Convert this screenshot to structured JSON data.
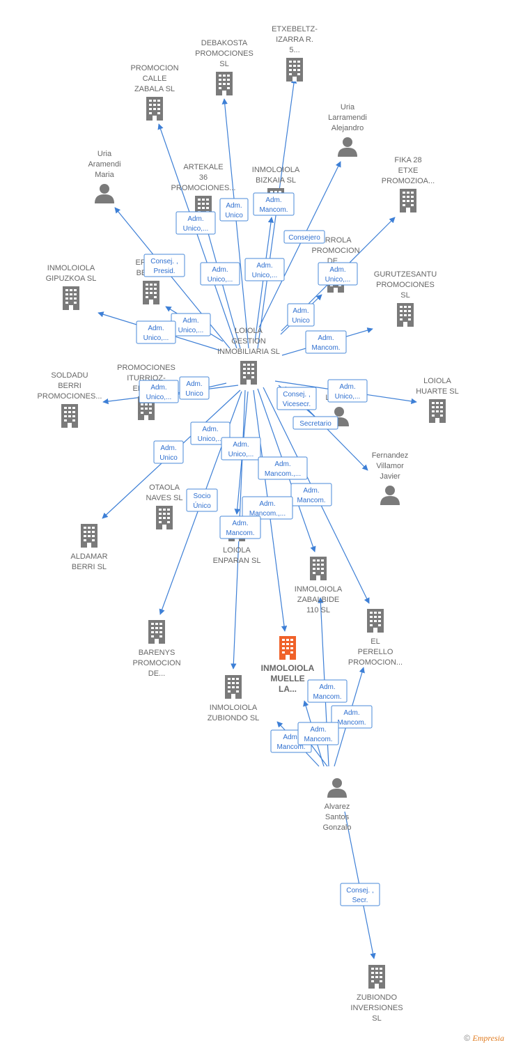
{
  "colors": {
    "edge": "#3d7fd6",
    "node": "#7a7a7a",
    "highlight": "#f0622a",
    "box_border": "#4a8ad8",
    "box_text": "#2f6fcf"
  },
  "nodes": [
    {
      "id": "loiola",
      "type": "company",
      "lines": [
        "LOIOLA",
        "GESTION",
        "INMOBILIARIA SL"
      ],
      "icon": "building-icon"
    },
    {
      "id": "debakosta",
      "type": "company",
      "lines": [
        "DEBAKOSTA",
        "PROMOCIONES",
        "SL"
      ],
      "icon": "building-icon"
    },
    {
      "id": "etxebeltz",
      "type": "company",
      "lines": [
        "ETXEBELTZ-",
        "IZARRA R.",
        "5..."
      ],
      "icon": "building-icon"
    },
    {
      "id": "promocion_calle",
      "type": "company",
      "lines": [
        "PROMOCION",
        "CALLE",
        "ZABALA SL"
      ],
      "icon": "building-icon"
    },
    {
      "id": "uria_larramendi",
      "type": "person",
      "lines": [
        "Uria",
        "Larramendi",
        "Alejandro"
      ],
      "icon": "person-icon"
    },
    {
      "id": "uria_aramendi",
      "type": "person",
      "lines": [
        "Uria",
        "Aramendi",
        "Maria"
      ],
      "icon": "person-icon"
    },
    {
      "id": "artekale",
      "type": "company",
      "lines": [
        "ARTEKALE",
        "36",
        "PROMOCIONES..."
      ],
      "icon": "building-icon"
    },
    {
      "id": "bizkaia",
      "type": "company",
      "lines": [
        "INMOLOIOLA",
        "BIZKAIA SL"
      ],
      "icon": "building-icon"
    },
    {
      "id": "fika",
      "type": "company",
      "lines": [
        "FIKA 28",
        "ETXE",
        "PROMOZIOA..."
      ],
      "icon": "building-icon"
    },
    {
      "id": "errola",
      "type": "company",
      "lines": [
        "ERROLA",
        "PROMOCION",
        "DE..."
      ],
      "icon": "building-icon"
    },
    {
      "id": "errota",
      "type": "company",
      "lines": [
        "ERROTA",
        "BERRI..."
      ],
      "icon": "building-icon"
    },
    {
      "id": "gipuzkoa",
      "type": "company",
      "lines": [
        "INMOLOIOLA",
        "GIPUZKOA SL"
      ],
      "icon": "building-icon"
    },
    {
      "id": "gurutzesantu",
      "type": "company",
      "lines": [
        "GURUTZESANTU",
        "PROMOCIONES",
        "SL"
      ],
      "icon": "building-icon"
    },
    {
      "id": "soldadu",
      "type": "company",
      "lines": [
        "SOLDADU",
        "BERRI",
        "PROMOCIONES..."
      ],
      "icon": "building-icon"
    },
    {
      "id": "iturrioz",
      "type": "company",
      "lines": [
        "PROMOCIONES",
        "ITURRIOZ-",
        "ENEA..."
      ],
      "icon": "building-icon"
    },
    {
      "id": "uria_lop",
      "type": "person",
      "lines": [
        "Uria",
        "Lopez..."
      ],
      "icon": "person-icon"
    },
    {
      "id": "huarte",
      "type": "company",
      "lines": [
        "LOIOLA",
        "HUARTE SL"
      ],
      "icon": "building-icon"
    },
    {
      "id": "fernandez",
      "type": "person",
      "lines": [
        "Fernandez",
        "Villamor",
        "Javier"
      ],
      "icon": "person-icon"
    },
    {
      "id": "otaola",
      "type": "company",
      "lines": [
        "OTAOLA",
        "NAVES SL"
      ],
      "icon": "building-icon"
    },
    {
      "id": "aldamar",
      "type": "company",
      "lines": [
        "ALDAMAR",
        "BERRI SL"
      ],
      "icon": "building-icon"
    },
    {
      "id": "enparan",
      "type": "company",
      "lines": [
        "LOIOLA",
        "ENPARAN SL"
      ],
      "icon": "building-icon"
    },
    {
      "id": "zabalbide",
      "type": "company",
      "lines": [
        "INMOLOIOLA",
        "ZABALBIDE",
        "110 SL"
      ],
      "icon": "building-icon"
    },
    {
      "id": "perello",
      "type": "company",
      "lines": [
        "EL",
        "PERELLO",
        "PROMOCION..."
      ],
      "icon": "building-icon"
    },
    {
      "id": "barenys",
      "type": "company",
      "lines": [
        "BARENYS",
        "PROMOCION",
        "DE..."
      ],
      "icon": "building-icon"
    },
    {
      "id": "muelle",
      "type": "company",
      "lines": [
        "INMOLOIOLA",
        "MUELLE",
        "LA..."
      ],
      "icon": "building-icon",
      "highlight": true
    },
    {
      "id": "zubiondo",
      "type": "company",
      "lines": [
        "INMOLOIOLA",
        "ZUBIONDO SL"
      ],
      "icon": "building-icon"
    },
    {
      "id": "alvarez",
      "type": "person",
      "lines": [
        "Alvarez",
        "Santos",
        "Gonzalo"
      ],
      "icon": "person-icon"
    },
    {
      "id": "zubiondo_inv",
      "type": "company",
      "lines": [
        "ZUBIONDO",
        "INVERSIONES",
        "SL"
      ],
      "icon": "building-icon"
    }
  ],
  "relations": [
    {
      "lines": [
        "Adm.",
        "Unico"
      ]
    },
    {
      "lines": [
        "Adm.",
        "Mancom."
      ]
    },
    {
      "lines": [
        "Adm.",
        "Unico,..."
      ]
    },
    {
      "lines": [
        "Consejero"
      ]
    },
    {
      "lines": [
        "Adm.",
        "Unico,..."
      ]
    },
    {
      "lines": [
        "Adm.",
        "Unico,..."
      ]
    },
    {
      "lines": [
        "Consej. ,",
        "Presid."
      ]
    },
    {
      "lines": [
        "Adm.",
        "Unico,..."
      ]
    },
    {
      "lines": [
        "Adm.",
        "Unico"
      ]
    },
    {
      "lines": [
        "Adm.",
        "Unico,..."
      ]
    },
    {
      "lines": [
        "Adm.",
        "Unico,..."
      ]
    },
    {
      "lines": [
        "Adm.",
        "Mancom."
      ]
    },
    {
      "lines": [
        "Adm.",
        "Unico,..."
      ]
    },
    {
      "lines": [
        "Adm.",
        "Unico"
      ]
    },
    {
      "lines": [
        "Consej. ,",
        "Vicesecr."
      ]
    },
    {
      "lines": [
        "Adm.",
        "Unico,..."
      ]
    },
    {
      "lines": [
        "Secretario"
      ]
    },
    {
      "lines": [
        "Adm.",
        "Unico,..."
      ]
    },
    {
      "lines": [
        "Adm.",
        "Unico"
      ]
    },
    {
      "lines": [
        "Adm.",
        "Unico,..."
      ]
    },
    {
      "lines": [
        "Adm.",
        "Mancom.,..."
      ]
    },
    {
      "lines": [
        "Adm.",
        "Mancom."
      ]
    },
    {
      "lines": [
        "Socio",
        "Único"
      ]
    },
    {
      "lines": [
        "Adm.",
        "Mancom.,..."
      ]
    },
    {
      "lines": [
        "Adm.",
        "Mancom."
      ]
    },
    {
      "lines": [
        "Adm.",
        "Mancom."
      ]
    },
    {
      "lines": [
        "Adm.",
        "Mancom."
      ]
    },
    {
      "lines": [
        "Adm.",
        "Mancom."
      ]
    },
    {
      "lines": [
        "Adm.",
        "Mancom."
      ]
    },
    {
      "lines": [
        "Consej. ,",
        "Secr."
      ]
    }
  ],
  "footer": {
    "symbol": "©",
    "brand": "Empresia"
  }
}
